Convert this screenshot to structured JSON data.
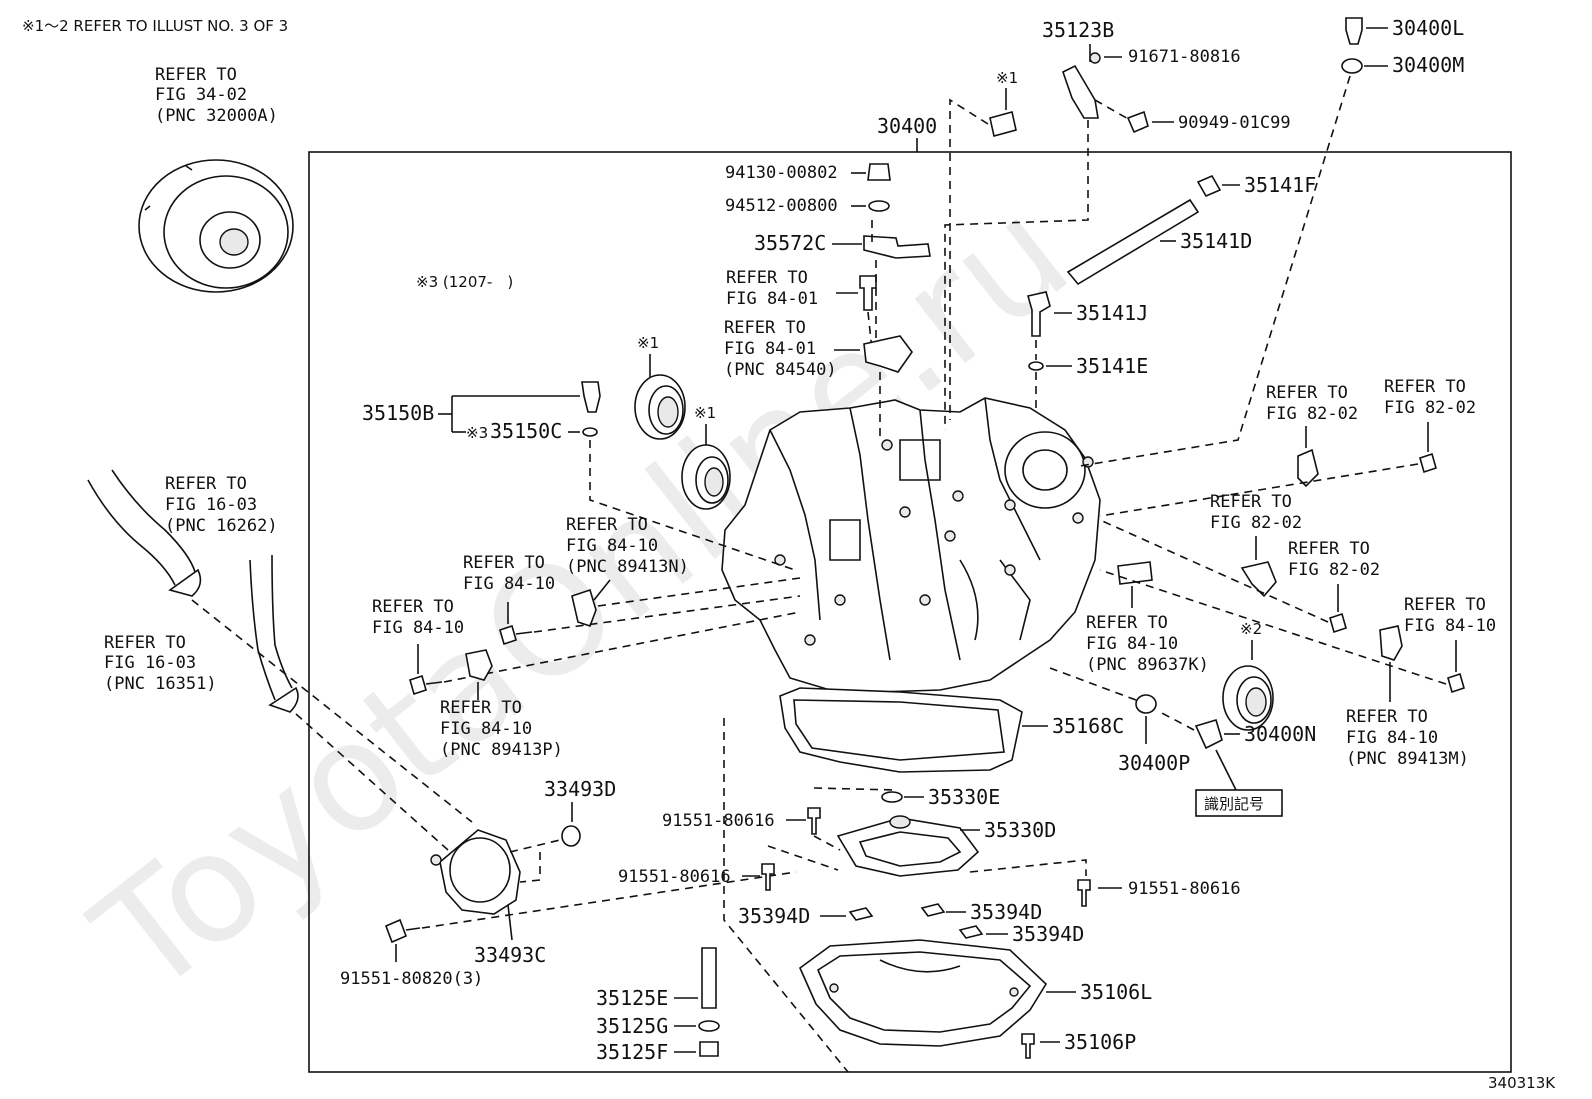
{
  "header_note": "※1～2 REFER TO ILLUST NO. 3 OF 3",
  "illustration_id": "340313K",
  "watermark": "ToyotaOnline.ru",
  "assembly_label": "30400",
  "variant_note": "※3 (1207-　)",
  "id_mark": "識別記号",
  "notes": {
    "n1a": "※1",
    "n1b": "※1",
    "n1c": "※1",
    "n2": "※2",
    "n3": "※3"
  },
  "refs": {
    "converter": [
      "REFER TO",
      "FIG 34-02",
      "(PNC 32000A)"
    ],
    "hose_upper": [
      "REFER TO",
      "FIG 16-03",
      "(PNC 16262)"
    ],
    "hose_lower": [
      "REFER TO",
      "FIG 16-03",
      "(PNC 16351)"
    ],
    "bolt_84_01": [
      "REFER TO",
      "FIG 84-01"
    ],
    "bracket_84540": [
      "REFER TO",
      "FIG 84-01",
      "(PNC 84540)"
    ],
    "sensor_89413n": [
      "REFER TO",
      "FIG 84-10",
      "(PNC 89413N)"
    ],
    "bolt_a": [
      "REFER TO",
      "FIG 84-10"
    ],
    "bolt_b": [
      "REFER TO",
      "FIG 84-10"
    ],
    "sensor_89413p": [
      "REFER TO",
      "FIG 84-10",
      "(PNC 89413P)"
    ],
    "switch_89637k": [
      "REFER TO",
      "FIG 84-10",
      "(PNC 89637K)"
    ],
    "bracket_82_a": [
      "REFER TO",
      "FIG 82-02"
    ],
    "bolt_82_b": [
      "REFER TO",
      "FIG 82-02"
    ],
    "bracket_82_c": [
      "REFER TO",
      "FIG 82-02"
    ],
    "bolt_82_d": [
      "REFER TO",
      "FIG 82-02"
    ],
    "bolt_84_r": [
      "REFER TO",
      "FIG 84-10"
    ],
    "sensor_89413m": [
      "REFER TO",
      "FIG 84-10",
      "(PNC 89413M)"
    ]
  },
  "parts": {
    "p35123B": "35123B",
    "p91671": "91671-80816",
    "p90949": "90949-01C99",
    "p30400L": "30400L",
    "p30400M": "30400M",
    "p94130": "94130-00802",
    "p94512": "94512-00800",
    "p35572C": "35572C",
    "p35141F": "35141F",
    "p35141D": "35141D",
    "p35141J": "35141J",
    "p35141E": "35141E",
    "p35150B": "35150B",
    "p35150C": "35150C",
    "p35168C": "35168C",
    "p30400P": "30400P",
    "p30400N": "30400N",
    "p33493D": "33493D",
    "p35330E": "35330E",
    "p91551a": "91551-80616",
    "p35330D": "35330D",
    "p91551b": "91551-80616",
    "p91551c": "91551-80616",
    "p35394D1": "35394D",
    "p35394D2": "35394D",
    "p35394D3": "35394D",
    "p33493C": "33493C",
    "p91551_820": "91551-80820(3)",
    "p35125E": "35125E",
    "p35125G": "35125G",
    "p35125F": "35125F",
    "p35106L": "35106L",
    "p35106P": "35106P"
  }
}
